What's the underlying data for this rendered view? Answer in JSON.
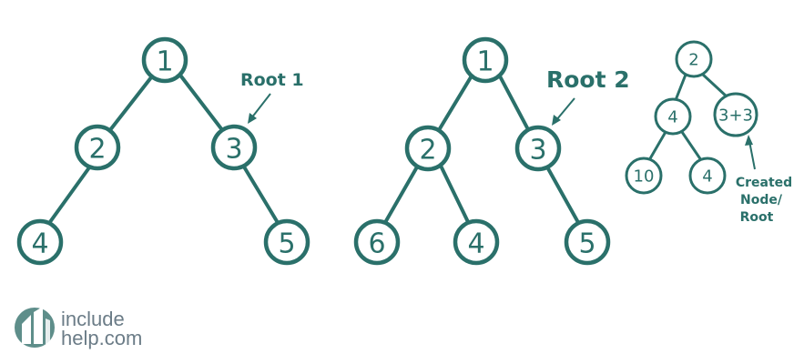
{
  "trees": [
    {
      "name": "tree-1",
      "nodes": [
        {
          "id": "t1n1",
          "label": "1"
        },
        {
          "id": "t1n2",
          "label": "2"
        },
        {
          "id": "t1n3",
          "label": "3"
        },
        {
          "id": "t1n4",
          "label": "4"
        },
        {
          "id": "t1n5",
          "label": "5"
        }
      ],
      "edges": [
        [
          "t1n1",
          "t1n2"
        ],
        [
          "t1n1",
          "t1n3"
        ],
        [
          "t1n2",
          "t1n4"
        ],
        [
          "t1n3",
          "t1n5"
        ]
      ]
    },
    {
      "name": "tree-2",
      "nodes": [
        {
          "id": "t2n1",
          "label": "1"
        },
        {
          "id": "t2n2",
          "label": "2"
        },
        {
          "id": "t2n3",
          "label": "3"
        },
        {
          "id": "t2n6",
          "label": "6"
        },
        {
          "id": "t2n4",
          "label": "4"
        },
        {
          "id": "t2n5",
          "label": "5"
        }
      ],
      "edges": [
        [
          "t2n1",
          "t2n2"
        ],
        [
          "t2n1",
          "t2n3"
        ],
        [
          "t2n2",
          "t2n6"
        ],
        [
          "t2n2",
          "t2n4"
        ],
        [
          "t2n3",
          "t2n5"
        ]
      ]
    },
    {
      "name": "tree-3",
      "nodes": [
        {
          "id": "t3n2",
          "label": "2"
        },
        {
          "id": "t3n4",
          "label": "4"
        },
        {
          "id": "t3n33",
          "label": "3+3"
        },
        {
          "id": "t3n10",
          "label": "10"
        },
        {
          "id": "t3n4b",
          "label": "4"
        }
      ],
      "edges": [
        [
          "t3n2",
          "t3n4"
        ],
        [
          "t3n2",
          "t3n33"
        ],
        [
          "t3n4",
          "t3n10"
        ],
        [
          "t3n4",
          "t3n4b"
        ]
      ]
    }
  ],
  "annotations": {
    "root1": "Root 1",
    "root2": "Root 2",
    "created_line1": "Created",
    "created_line2": "Node/",
    "created_line3": "Root"
  },
  "logo": {
    "line1": "include",
    "line2": "help.com"
  },
  "colors": {
    "primary": "#2a706a",
    "logo_text": "#6b7c87",
    "logo_icon": "#5e8e8a"
  }
}
